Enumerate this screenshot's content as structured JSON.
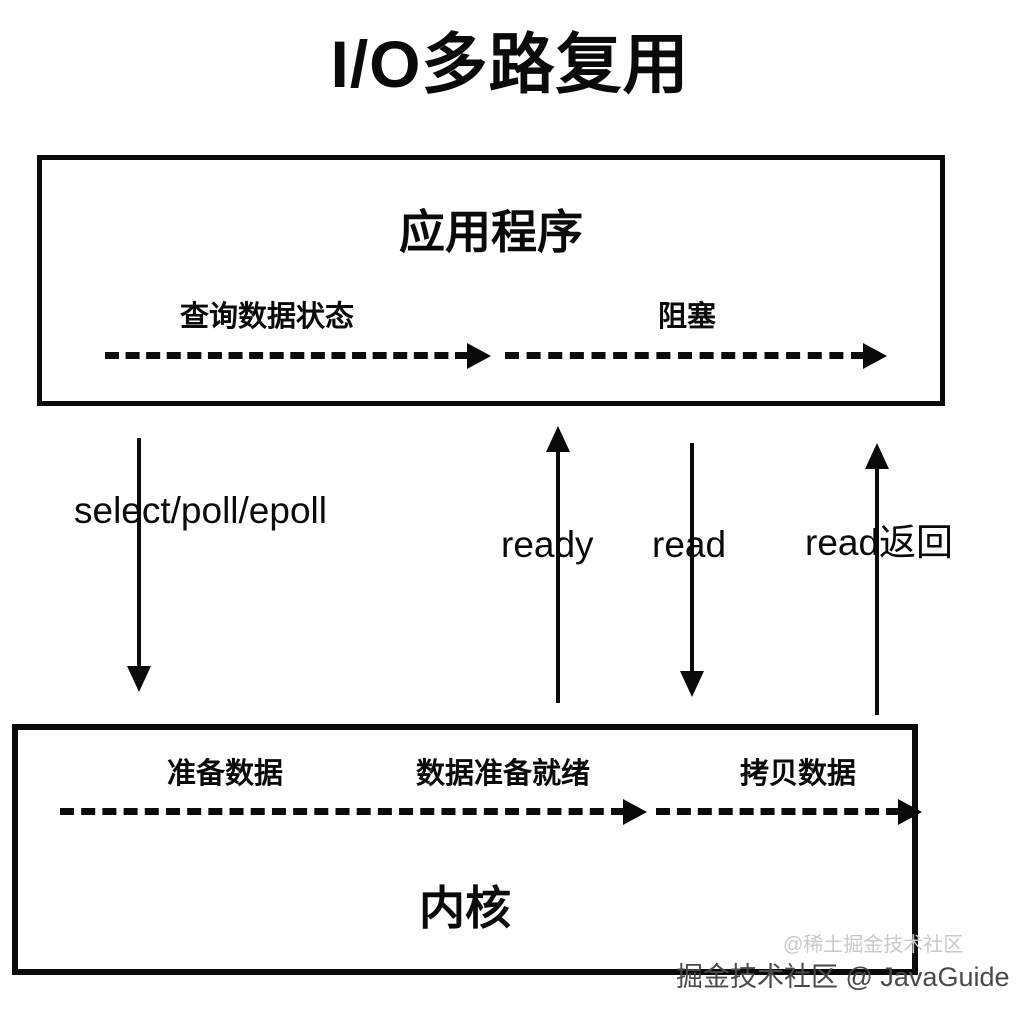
{
  "title": "I/O多路复用",
  "app_box": {
    "title": "应用程序",
    "flows": [
      {
        "label": "查询数据状态"
      },
      {
        "label": "阻塞"
      }
    ]
  },
  "kernel_box": {
    "title": "内核",
    "flows": [
      {
        "label": "准备数据"
      },
      {
        "label": "数据准备就绪"
      },
      {
        "label": "拷贝数据"
      }
    ]
  },
  "connections": [
    {
      "label": "select/poll/epoll",
      "direction": "down"
    },
    {
      "label": "ready",
      "direction": "up"
    },
    {
      "label": "read",
      "direction": "down"
    },
    {
      "label": "read返回",
      "direction": "up"
    }
  ],
  "watermarks": {
    "light": "@稀土掘金技术社区",
    "dark": "掘金技术社区 @ JavaGuide"
  },
  "colors": {
    "ink": "#0a0a0a",
    "background": "#ffffff",
    "watermark_light": "#c9c9c9",
    "watermark_dark": "#4a4a4a"
  }
}
